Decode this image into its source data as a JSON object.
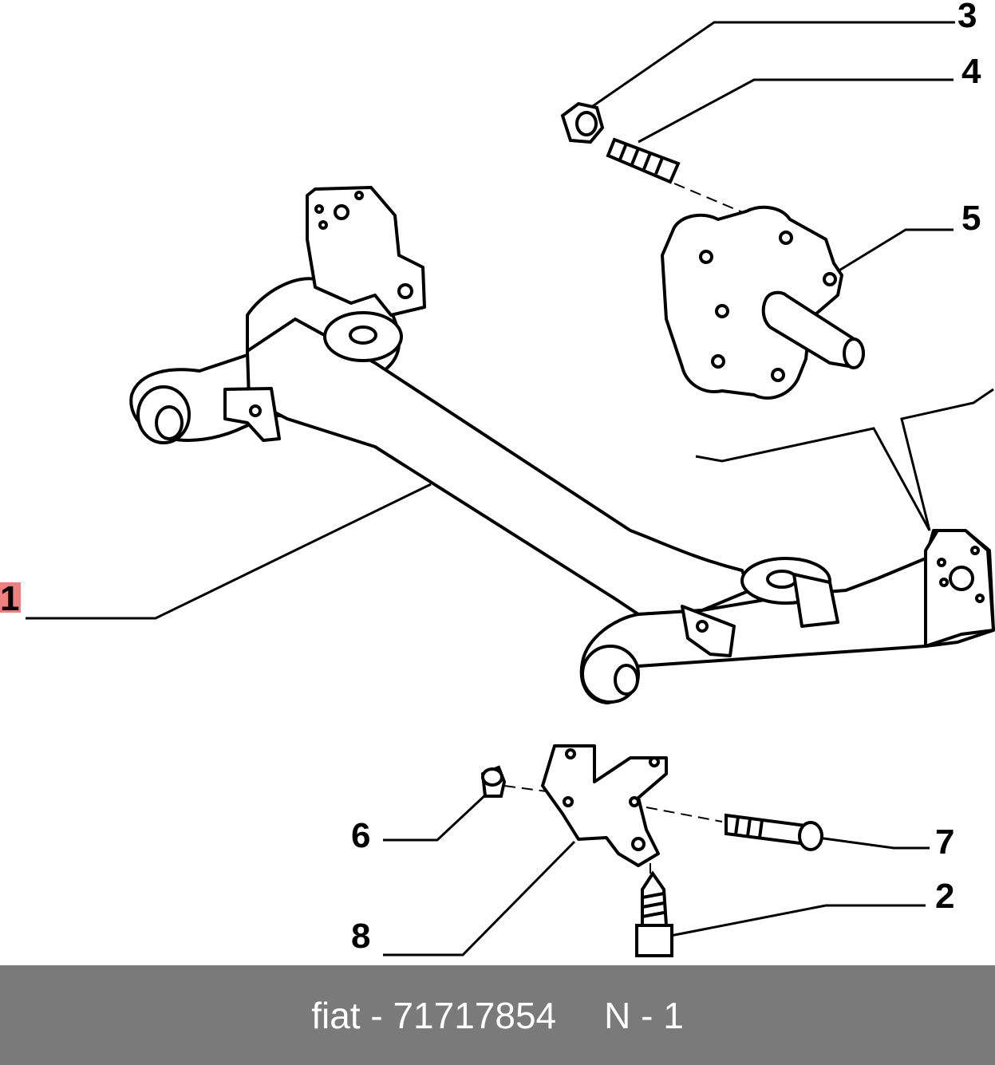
{
  "callouts": {
    "c1": "1",
    "c2": "2",
    "c3": "3",
    "c4": "4",
    "c5": "5",
    "c6": "6",
    "c7": "7",
    "c8": "8"
  },
  "footer": {
    "brand_part": "fiat - 71717854",
    "page": "N - 1"
  },
  "colors": {
    "footer_bg": "#7a7a7a",
    "footer_text": "#ffffff",
    "highlight": "#f08080",
    "line": "#000000"
  }
}
